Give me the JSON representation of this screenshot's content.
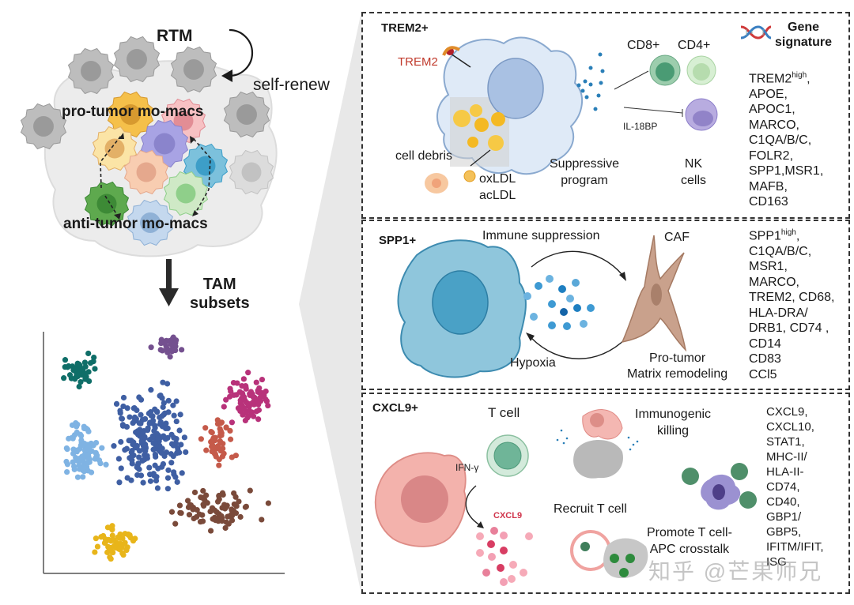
{
  "left": {
    "rtm_label": "RTM",
    "self_renew_label": "self-renew",
    "pro_tumor_label": "pro-tumor mo-macs",
    "anti_tumor_label": "anti-tumor mo-macs",
    "tam_label_line1": "TAM",
    "tam_label_line2": "subsets"
  },
  "panels": {
    "trem2": {
      "title": "TREM2+",
      "receptor_label": "TREM2",
      "cell_debris_label": "cell debris",
      "oxldl_label": "oxLDL",
      "acldl_label": "acLDL",
      "suppressive_line1": "Suppressive",
      "suppressive_line2": "program",
      "cd8_label": "CD8+",
      "cd4_label": "CD4+",
      "il18bp_label": "IL-18BP",
      "nk_line1": "NK",
      "nk_line2": "cells",
      "gene_header_line1": "Gene",
      "gene_header_line2": "signature",
      "genes_first": "TREM2",
      "genes_first_sup": "high",
      "genes_rest": ",\nAPOE,\nAPOC1,\nMARCO,\nC1QA/B/C,\nFOLR2,\nSPP1,MSR1,\nMAFB,\nCD163"
    },
    "spp1": {
      "title": "SPP1+",
      "immune_suppression_label": "Immune suppression",
      "caf_label": "CAF",
      "hypoxia_label": "Hypoxia",
      "pro_tumor_line1": "Pro-tumor",
      "pro_tumor_line2": "Matrix remodeling",
      "genes_first": "SPP1",
      "genes_first_sup": "high",
      "genes_rest": ",\nC1QA/B/C,\nMSR1,\nMARCO,\nTREM2, CD68,\nHLA-DRA/\nDRB1, CD74 ,\nCD14\nCD83\nCCl5"
    },
    "cxcl9": {
      "title": "CXCL9+",
      "t_cell_label": "T cell",
      "ifng_label": "IFN-γ",
      "cxcl9_label": "CXCL9",
      "immunogenic_line1": "Immunogenic",
      "immunogenic_line2": "killing",
      "recruit_label": "Recruit T cell",
      "promote_line1": "Promote T cell-",
      "promote_line2": "APC crosstalk",
      "genes": "CXCL9,\nCXCL10,\nSTAT1,\nMHC-II/\nHLA-II-\nCD74,\nCD40,\nGBP1/\nGBP5,\nIFITM/IFIT,\nISG"
    }
  },
  "watermark": "知乎 @芒果师兄",
  "colors": {
    "trem2_red": "#c0392b",
    "cxcl9_red": "#d0334a",
    "teal": "#0f6e68",
    "light_blue": "#7fb3e3",
    "mid_blue": "#3f5fa3",
    "purple": "#74508f",
    "magenta": "#b8327a",
    "salmon": "#c55a4a",
    "brown": "#7a4a3a",
    "yellow": "#e8b51a"
  },
  "chart_data": {
    "type": "scatter",
    "title": "TAM subsets (embedding)",
    "xlabel": "",
    "ylabel": "",
    "xlim": [
      0,
      100
    ],
    "ylim": [
      0,
      100
    ],
    "grid": false,
    "axes": "left-bottom only, no ticks",
    "clusters": [
      {
        "name": "teal",
        "color": "#0f6e68",
        "center": [
          16,
          84
        ],
        "spread": [
          7,
          6
        ],
        "n": 45
      },
      {
        "name": "light-blue",
        "color": "#7fb3e3",
        "center": [
          17,
          51
        ],
        "spread": [
          8,
          11
        ],
        "n": 85
      },
      {
        "name": "mid-blue",
        "color": "#3f5fa3",
        "center": [
          45,
          56
        ],
        "spread": [
          13,
          21
        ],
        "n": 200
      },
      {
        "name": "purple",
        "color": "#74508f",
        "center": [
          52,
          94
        ],
        "spread": [
          6,
          5
        ],
        "n": 30
      },
      {
        "name": "magenta",
        "color": "#b8327a",
        "center": [
          85,
          72
        ],
        "spread": [
          9,
          9
        ],
        "n": 80
      },
      {
        "name": "salmon",
        "color": "#c55a4a",
        "center": [
          73,
          54
        ],
        "spread": [
          6,
          9
        ],
        "n": 50
      },
      {
        "name": "brown",
        "color": "#7a4a3a",
        "center": [
          72,
          26
        ],
        "spread": [
          16,
          8
        ],
        "n": 80
      },
      {
        "name": "yellow",
        "color": "#e8b51a",
        "center": [
          30,
          13
        ],
        "spread": [
          8,
          7
        ],
        "n": 55
      }
    ]
  }
}
